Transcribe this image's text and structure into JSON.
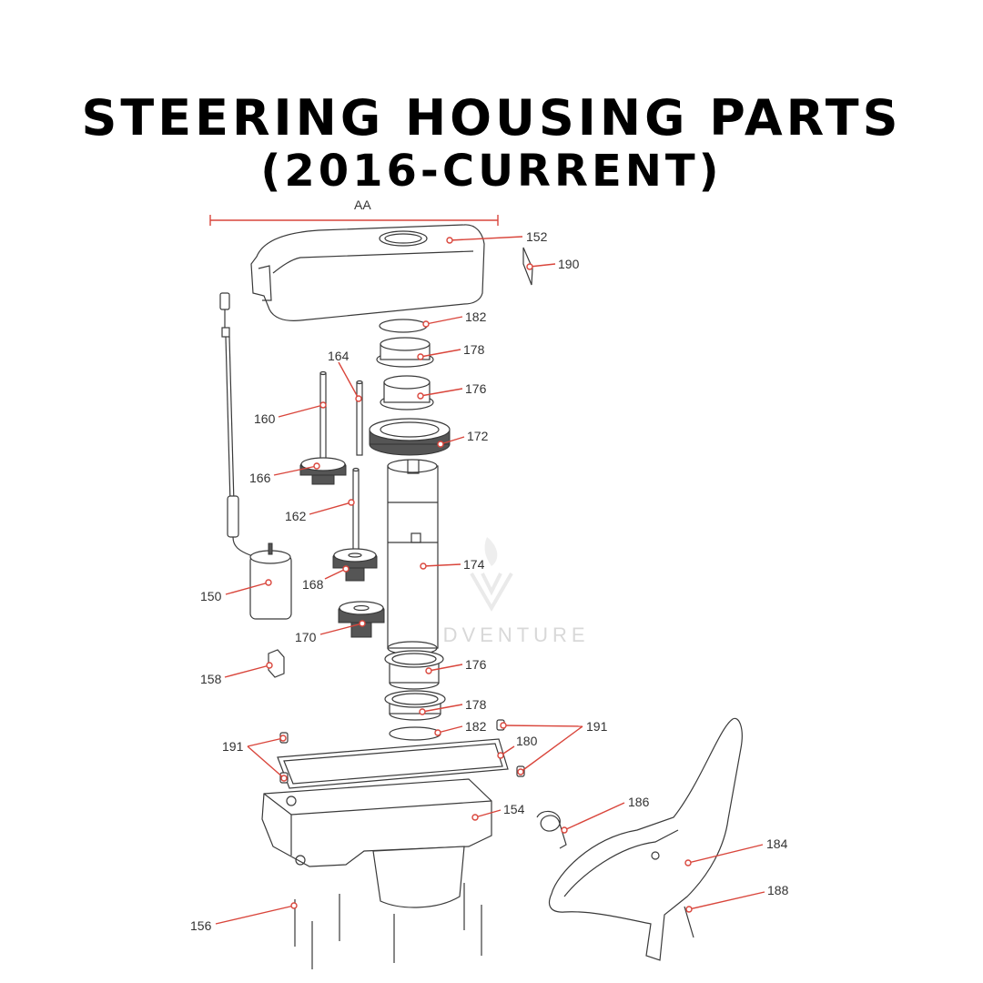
{
  "title": {
    "line1": "STEERING HOUSING PARTS",
    "line2": "(2016-CURRENT)"
  },
  "dimension_label": "AA",
  "watermark": "LEADVENTURE",
  "callouts": {
    "p150": "150",
    "p152": "152",
    "p154": "154",
    "p156": "156",
    "p158": "158",
    "p160": "160",
    "p162": "162",
    "p164": "164",
    "p166": "166",
    "p168": "168",
    "p170": "170",
    "p172": "172",
    "p174": "174",
    "p176a": "176",
    "p176b": "176",
    "p178a": "178",
    "p178b": "178",
    "p180": "180",
    "p182a": "182",
    "p182b": "182",
    "p184": "184",
    "p186": "186",
    "p188": "188",
    "p190": "190",
    "p191a": "191",
    "p191b": "191"
  },
  "colors": {
    "leader": "#d9453b",
    "line": "#3a3a3a"
  }
}
